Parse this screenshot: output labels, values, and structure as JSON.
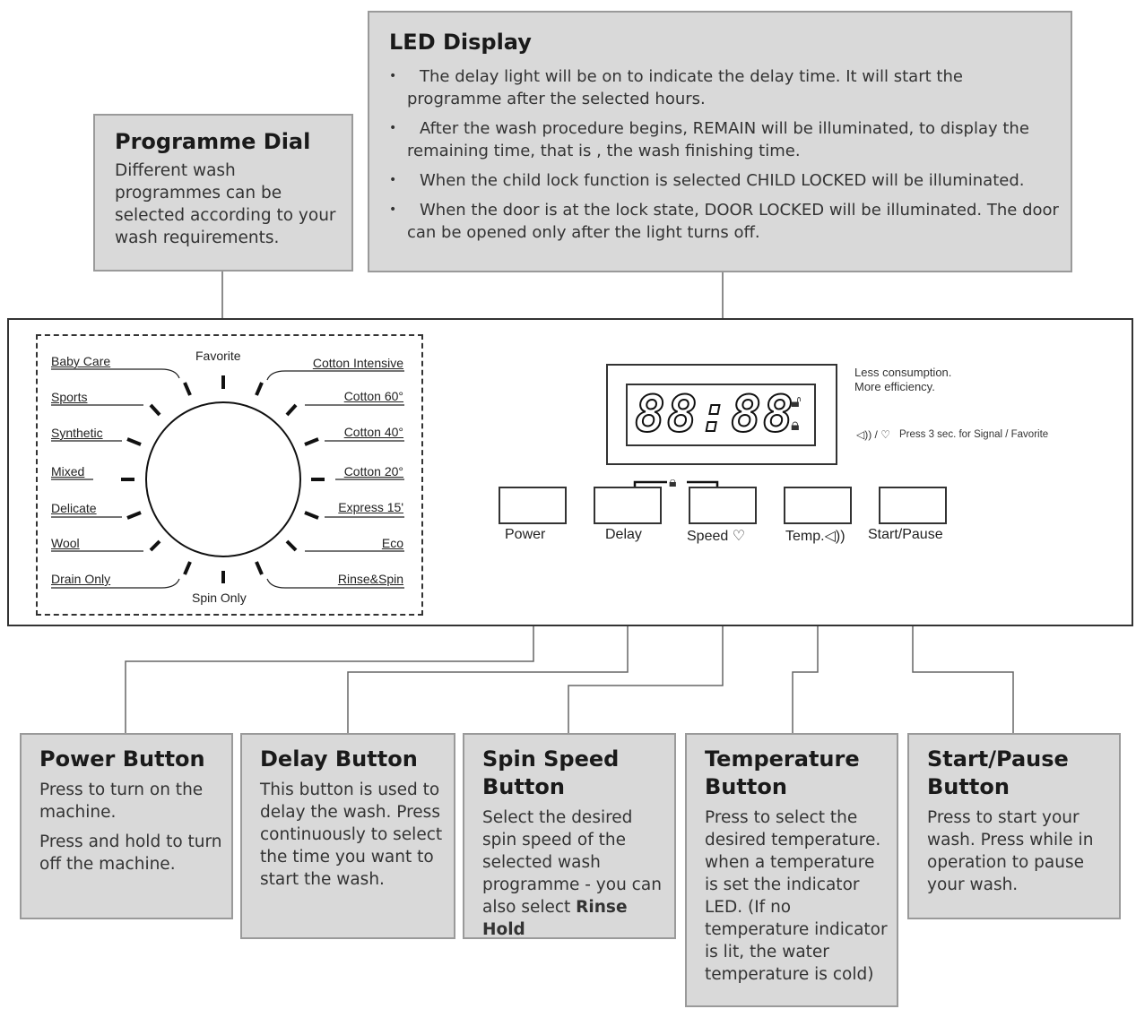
{
  "led_display": {
    "title": "LED Display",
    "bullets": [
      "The delay light will be on to indicate the delay time. It will start the programme after the selected hours.",
      "After the wash procedure begins, REMAIN will be illuminated, to display the remaining time, that is , the wash finishing time.",
      "When the child lock function is selected CHILD LOCKED will be illuminated.",
      "When the door is at the lock state, DOOR LOCKED will be illuminated. The door can be opened only after the light turns off."
    ]
  },
  "programme_dial": {
    "title": "Programme Dial",
    "text": "Different wash programmes can be selected according to your wash requirements.",
    "top_label": "Favorite",
    "bottom_label": "Spin Only",
    "left_programmes": [
      "Baby Care",
      "Sports",
      "Synthetic",
      "Mixed",
      "Delicate",
      "Wool",
      "Drain Only"
    ],
    "right_programmes": [
      "Cotton Intensive",
      "Cotton 60°",
      "Cotton 40°",
      "Cotton 20°",
      "Express 15'",
      "Eco",
      "Rinse&Spin"
    ]
  },
  "panel": {
    "led_digits": "88:88",
    "note_line1": "Less consumption.",
    "note_line2": "More efficiency.",
    "signal_note": "Press 3 sec. for Signal / Favorite",
    "signal_icons": "◁)) / ♡",
    "buttons": [
      "Power",
      "Delay",
      "Speed ♡",
      "Temp.◁))",
      "Start/Pause"
    ]
  },
  "callouts": {
    "power": {
      "title": "Power Button",
      "p1": "Press to turn on the machine.",
      "p2": "Press and hold to turn off the machine."
    },
    "delay": {
      "title": "Delay Button",
      "p1": "This button is used to delay the wash. Press continuously to select the time you want to start the wash."
    },
    "spin": {
      "title": "Spin Speed Button",
      "p1": "Select the desired spin speed of the selected wash programme - you can also select",
      "p1_bold": "Rinse Hold"
    },
    "temp": {
      "title": "Temperature Button",
      "p1": "Press to select the desired temperature. when a temperature is set the indicator LED. (If no temperature indicator is lit, the water temperature is cold)"
    },
    "start": {
      "title": "Start/Pause Button",
      "p1": "Press to start your wash. Press while in operation to pause your wash."
    }
  }
}
